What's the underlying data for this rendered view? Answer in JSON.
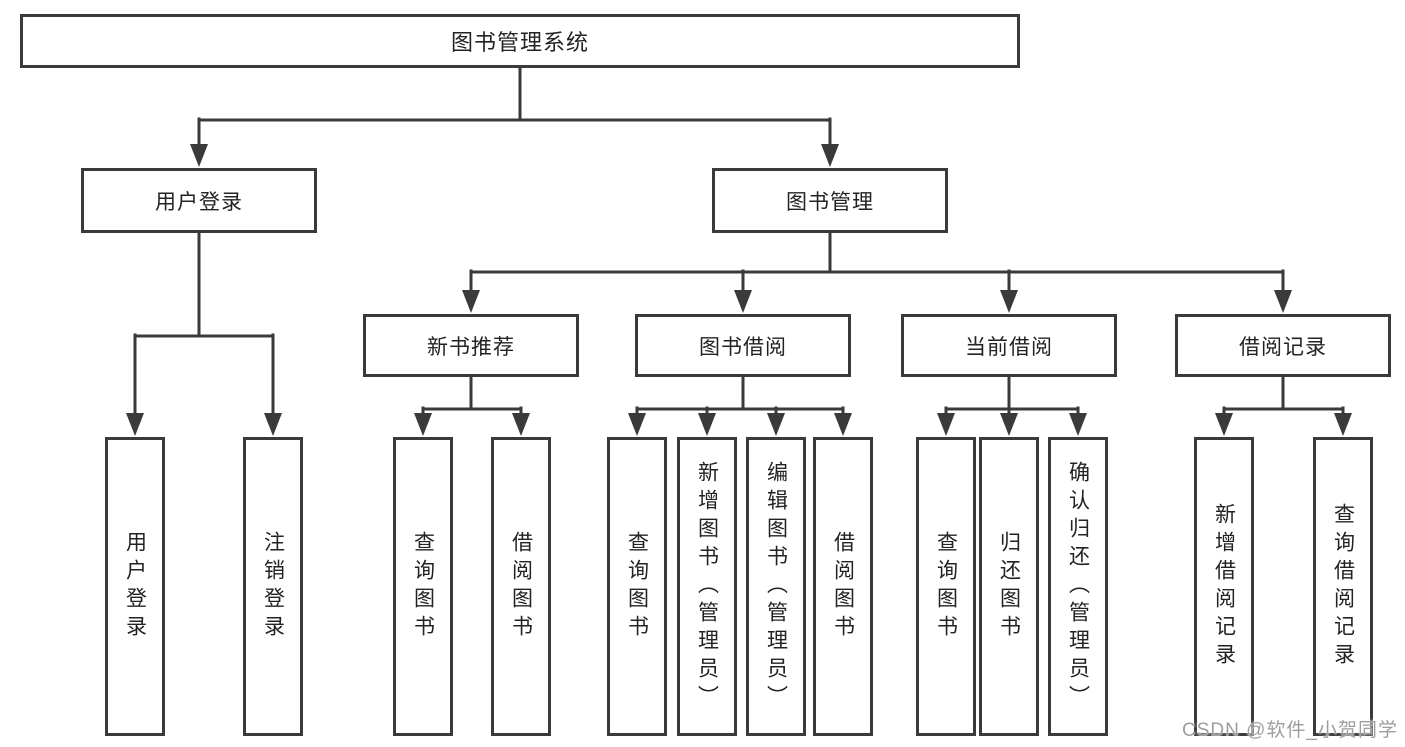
{
  "diagram": {
    "root": {
      "label": "图书管理系统"
    },
    "level2": [
      {
        "label": "用户登录"
      },
      {
        "label": "图书管理"
      }
    ],
    "level3": [
      {
        "label": "新书推荐"
      },
      {
        "label": "图书借阅"
      },
      {
        "label": "当前借阅"
      },
      {
        "label": "借阅记录"
      }
    ],
    "leaves": [
      {
        "label": "用户登录"
      },
      {
        "label": "注销登录"
      },
      {
        "label": "查询图书"
      },
      {
        "label": "借阅图书"
      },
      {
        "label": "查询图书"
      },
      {
        "label": "新增图书（管理员）"
      },
      {
        "label": "编辑图书（管理员）"
      },
      {
        "label": "借阅图书"
      },
      {
        "label": "查询图书"
      },
      {
        "label": "归还图书"
      },
      {
        "label": "确认归还（管理员）"
      },
      {
        "label": "新增借阅记录"
      },
      {
        "label": "查询借阅记录"
      }
    ],
    "watermark": "CSDN @软件_小贺同学",
    "colors": {
      "line": "#3a3a3a",
      "text": "#232323",
      "watermark": "#9e9e9e",
      "background": "#ffffff"
    }
  }
}
